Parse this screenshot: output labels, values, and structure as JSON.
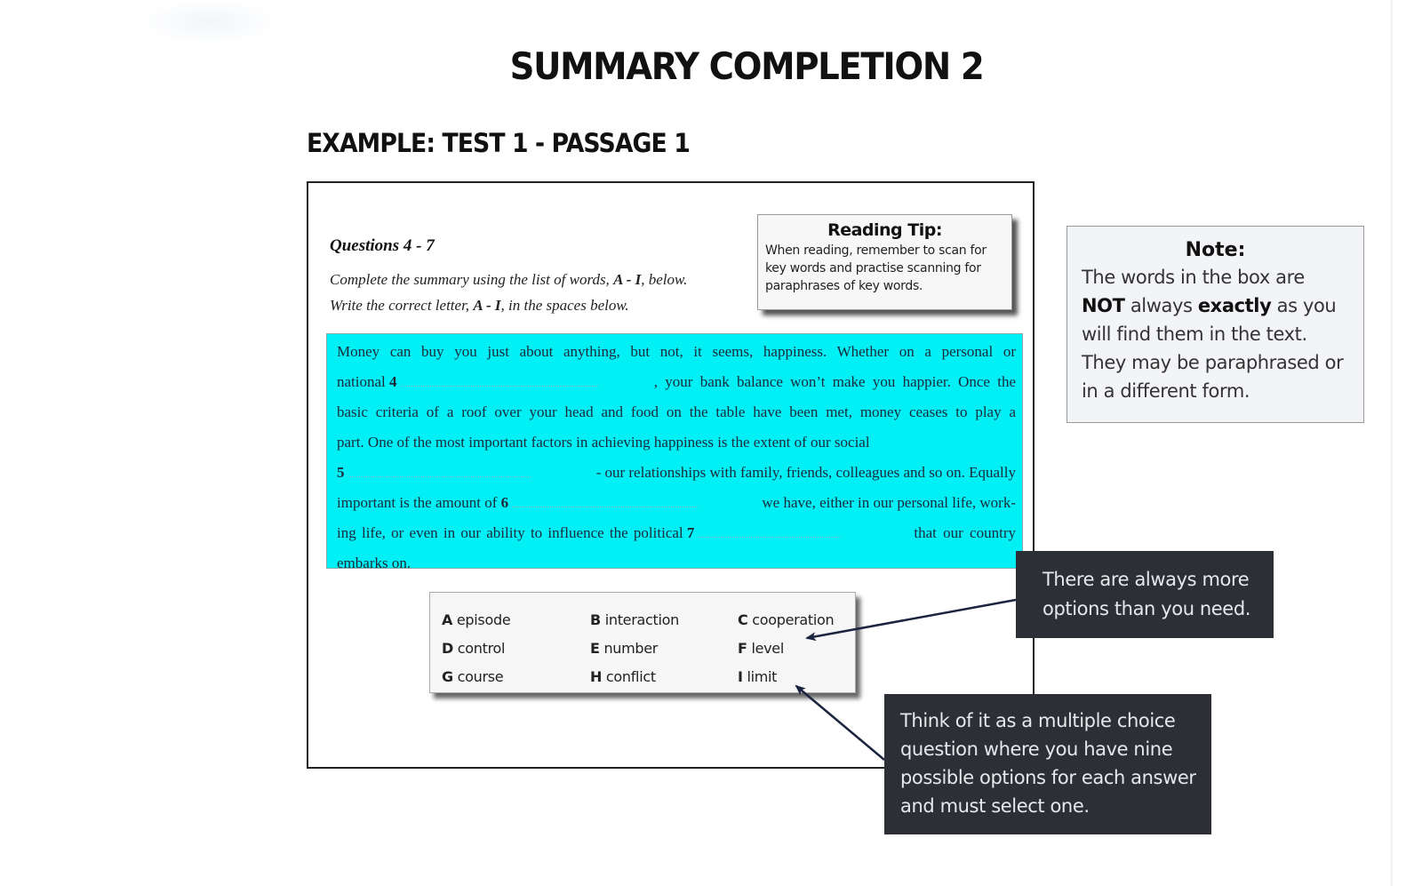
{
  "page": {
    "title": "SUMMARY COMPLETION 2",
    "subtitle": "EXAMPLE: TEST 1 - PASSAGE 1"
  },
  "questions": {
    "title": "Questions 4 - 7",
    "instruction_1_pre": "Complete the summary using the list of words, ",
    "instruction_1_bold": "A - I",
    "instruction_1_post": ", below.",
    "instruction_2_pre": "Write the correct letter, ",
    "instruction_2_bold": "A - I",
    "instruction_2_post": ", in the spaces below."
  },
  "reading_tip": {
    "title": "Reading Tip:",
    "body": "When reading, remember to scan for key words and practise scanning for paraphrases of key words."
  },
  "summary": {
    "highlight_color": "#00f0f5",
    "lines": {
      "l1": "Money can buy you just about anything, but not, it seems, happiness. Whether on a personal or",
      "l2_pre": "national",
      "l2_num": "4",
      "l2_post": ", your bank balance won’t make you happier. Once the",
      "l3": "basic criteria of a roof over your head and food on the table have been met, money ceases to play a",
      "l4": "part. One of the most important factors in achieving happiness is the extent of our social",
      "l5_num": "5",
      "l5_post": "- our relationships with family, friends, colleagues and so on. Equally",
      "l6_pre": "important is the amount of",
      "l6_num": "6",
      "l6_post": "we have, either in our personal life, work-",
      "l7_pre": "ing life, or even in our ability to influence the political",
      "l7_num": "7",
      "l7_post": "that our country",
      "l8": "embarks on."
    },
    "blanks": [
      {
        "number": "4",
        "value": ""
      },
      {
        "number": "5",
        "value": ""
      },
      {
        "number": "6",
        "value": ""
      },
      {
        "number": "7",
        "value": ""
      }
    ]
  },
  "options": [
    {
      "letter": "A",
      "word": "episode"
    },
    {
      "letter": "B",
      "word": "interaction"
    },
    {
      "letter": "C",
      "word": "cooperation"
    },
    {
      "letter": "D",
      "word": "control"
    },
    {
      "letter": "E",
      "word": "number"
    },
    {
      "letter": "F",
      "word": "level"
    },
    {
      "letter": "G",
      "word": "course"
    },
    {
      "letter": "H",
      "word": "conflict"
    },
    {
      "letter": "I",
      "word": "limit"
    }
  ],
  "note": {
    "title": "Note:",
    "line1": "The words in the box are",
    "line2_bold1": "NOT",
    "line2_mid": " always ",
    "line2_bold2": "exactly",
    "line2_post": " as you",
    "line3": "will find them in the text.",
    "line4": "They may be paraphrased or",
    "line5": "in a different form."
  },
  "callouts": {
    "more_options": "There are always more options than you need.",
    "multiple_choice": "Think of it as a multiple choice question where you have nine possible options for each answer and must select one."
  },
  "colors": {
    "highlight": "#00f0f5",
    "callout_bg": "#2c2f36",
    "note_bg": "#f3f4f7"
  }
}
